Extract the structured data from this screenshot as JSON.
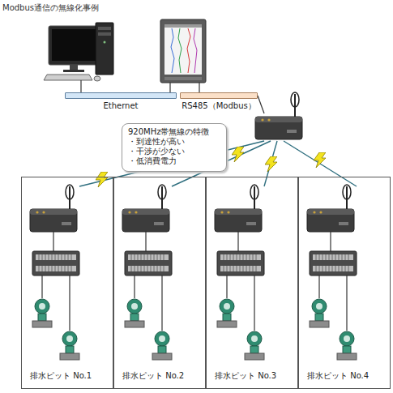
{
  "diagram": {
    "title": "Modbus通信の無線化事例",
    "nodes": [
      {
        "text": [
          "Ethernet"
        ]
      },
      {
        "text": [
          "RS485（Modbus）"
        ]
      },
      {
        "text": [
          "920MHz帯無線の特徴",
          "・到達性が高い",
          "・干渉が少ない",
          "・低消費電力"
        ]
      },
      {
        "text": [
          "排水ピット No.1"
        ]
      },
      {
        "text": [
          "排水ピット No.2"
        ]
      },
      {
        "text": [
          "排水ピット No.3"
        ]
      },
      {
        "text": [
          "排水ピット No.4"
        ]
      }
    ]
  }
}
